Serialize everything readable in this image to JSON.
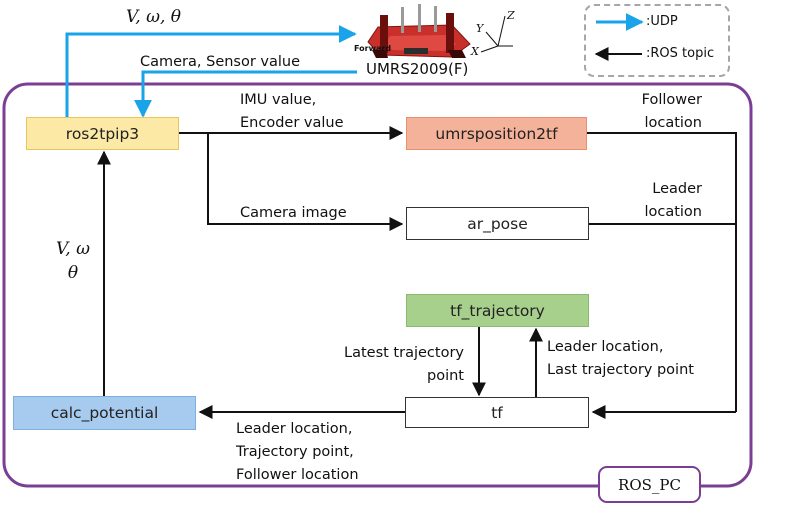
{
  "legend": {
    "udp_label": ":UDP",
    "ros_label": ":ROS topic",
    "udp_color": "#19a3e8",
    "ros_color": "#111111"
  },
  "robot": {
    "label": "UMRS2009(F)",
    "forward_label": "Forward",
    "axis_x": "X",
    "axis_y": "Y",
    "axis_z": "Z",
    "icon": "robot-icon"
  },
  "container": {
    "label": "ROS_PC",
    "border_color": "#7a3f94"
  },
  "nodes": {
    "ros2tpip3": {
      "label": "ros2tpip3",
      "fill": "#fde9a6",
      "stroke": "#e8c55e"
    },
    "umrsposition2tf": {
      "label": "umrsposition2tf",
      "fill": "#f5b29a",
      "stroke": "#e88f6e"
    },
    "ar_pose": {
      "label": "ar_pose",
      "fill": "#ffffff",
      "stroke": "#333333"
    },
    "tf_trajectory": {
      "label": "tf_trajectory",
      "fill": "#a8d08d",
      "stroke": "#8bbb70"
    },
    "tf": {
      "label": "tf",
      "fill": "#ffffff",
      "stroke": "#333333"
    },
    "calc_potential": {
      "label": "calc_potential",
      "fill": "#a7cbef",
      "stroke": "#7fb0e0"
    }
  },
  "edges": {
    "udp_out": "V, ω, θ",
    "udp_in": "Camera, Sensor value",
    "imu_encoder": [
      "IMU value,",
      "Encoder value"
    ],
    "camera_image": "Camera image",
    "follower_location": [
      "Follower",
      "location"
    ],
    "leader_location": [
      "Leader",
      "location"
    ],
    "latest_traj": [
      "Latest trajectory",
      "point"
    ],
    "leader_last_traj": [
      "Leader location,",
      "Last trajectory point"
    ],
    "to_calc": [
      "Leader location,",
      "Trajectory point,",
      "Follower location"
    ],
    "calc_out": [
      "V, ω",
      "θ"
    ]
  }
}
